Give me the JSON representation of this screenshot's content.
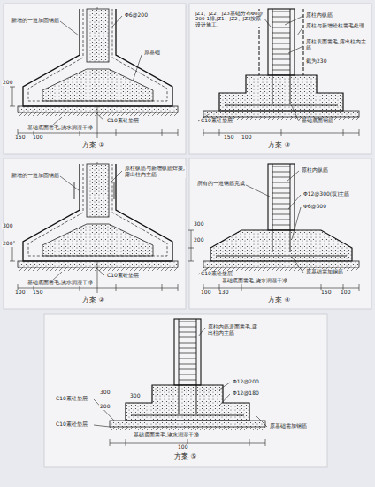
{
  "diagram": {
    "labels": [
      "新增的一道加固钢筋",
      "Φ6@200",
      "原基础",
      "200",
      "C10素砼垫层",
      "基础底面凿毛,浇水润湿干净",
      "150",
      "100",
      "方案 ①",
      "JZ1、JZ2、JZ3基础分布Φ8@200-1排,JZ1、JZ2、JZ3按原设计施工。",
      "原柱内纵筋",
      "原柱与新增砼柱凿毛处理",
      "原柱表面凿毛,露出柱内主筋",
      "截为230",
      "C10素砼垫层",
      "基础底面钢筋",
      "150",
      "100",
      "方案 ③",
      "新增的一道加固钢筋",
      "原柱纵筋与新增纵筋焊接,露出柱内主筋",
      "300",
      "200",
      "C10素砼垫层",
      "基础底面凿毛,浇水润湿干净",
      "100",
      "150",
      "方案 ②",
      "原柱内纵筋",
      "所有的一道钢筋完成",
      "Φ12@300(双)主筋",
      "Φ6@300",
      "300",
      "200",
      "C10素砼垫层",
      "基础底面凿毛,浇水润湿干净",
      "原基础需加钢筋",
      "100",
      "130",
      "150",
      "100",
      "方案 ④",
      "原柱内筋表面凿毛,露出柱内主筋",
      "300",
      "200",
      "300",
      "Φ12@200",
      "Φ12@180",
      "C10素砼垫层",
      "基础底面凿毛,浇水润湿干净",
      "C10素砼垫层",
      "原基础需加钢筋",
      "100",
      "方案 ⑤"
    ]
  }
}
